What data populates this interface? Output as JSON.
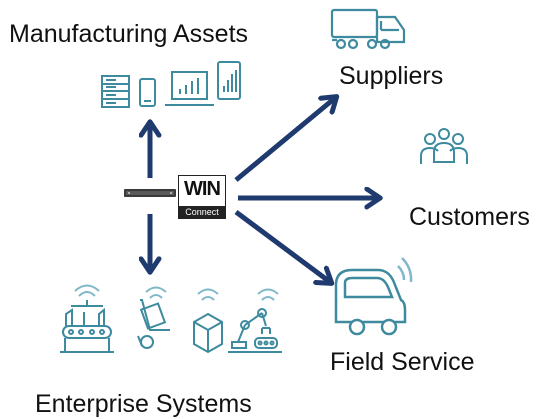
{
  "nodes": {
    "manufacturing": "Manufacturing Assets",
    "suppliers": "Suppliers",
    "customers": "Customers",
    "field_service": "Field Service",
    "enterprise": "Enterprise Systems"
  },
  "hub": {
    "logo_top": "WIN",
    "logo_bottom": "Connect"
  },
  "colors": {
    "arrow": "#1e3a6e",
    "icon": "#3e8a9e",
    "icon_light": "#7fb8c9"
  },
  "icons": [
    "server-icon",
    "phone-icon",
    "laptop-icon",
    "tablet-icon",
    "truck-icon",
    "people-icon",
    "car-icon",
    "conveyor-icon",
    "hand-truck-icon",
    "box-icon",
    "robot-arm-icon",
    "gateway-device-icon"
  ]
}
